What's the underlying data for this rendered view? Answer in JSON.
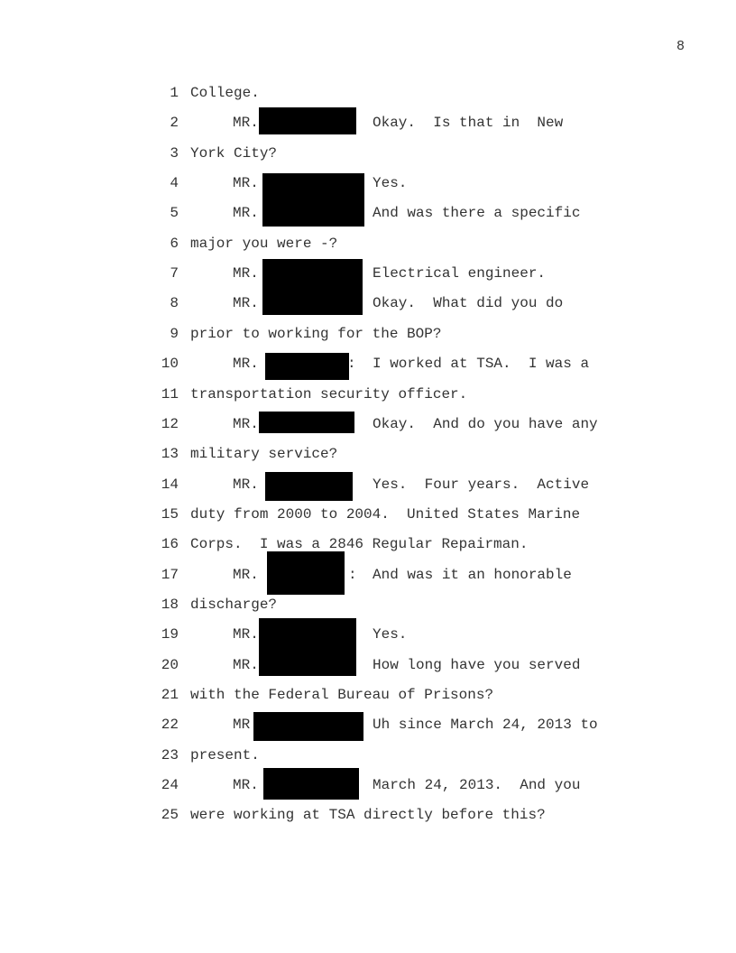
{
  "page_number": "8",
  "lines": [
    {
      "num": "1",
      "text": "College."
    },
    {
      "num": "2",
      "speaker": "MR.",
      "text": "Okay.  Is that in  New"
    },
    {
      "num": "3",
      "text": "York City?"
    },
    {
      "num": "4",
      "speaker": "MR.",
      "text": "Yes."
    },
    {
      "num": "5",
      "speaker": "MR.",
      "text": "And was there a specific"
    },
    {
      "num": "6",
      "text": "major you were -?"
    },
    {
      "num": "7",
      "speaker": "MR.",
      "text": "Electrical engineer."
    },
    {
      "num": "8",
      "speaker": "MR.",
      "text": "Okay.  What did you do"
    },
    {
      "num": "9",
      "text": "prior to working for the BOP?"
    },
    {
      "num": "10",
      "speaker": "MR.",
      "colon": ":",
      "text": "I worked at TSA.  I was a"
    },
    {
      "num": "11",
      "text": "transportation security officer."
    },
    {
      "num": "12",
      "speaker": "MR.",
      "text": "Okay.  And do you have any"
    },
    {
      "num": "13",
      "text": "military service?"
    },
    {
      "num": "14",
      "speaker": "MR.",
      "text": "Yes.  Four years.  Active"
    },
    {
      "num": "15",
      "text": "duty from 2000 to 2004.  United States Marine"
    },
    {
      "num": "16",
      "text": "Corps.  I was a 2846 Regular Repairman."
    },
    {
      "num": "17",
      "speaker": "MR.",
      "colon": ":",
      "text": "And was it an honorable"
    },
    {
      "num": "18",
      "text": "discharge?"
    },
    {
      "num": "19",
      "speaker": "MR.",
      "text": "Yes."
    },
    {
      "num": "20",
      "speaker": "MR.",
      "text": "How long have you served"
    },
    {
      "num": "21",
      "text": "with the Federal Bureau of Prisons?"
    },
    {
      "num": "22",
      "speaker": "MR",
      "text": "Uh since March 24, 2013 to"
    },
    {
      "num": "23",
      "text": "present."
    },
    {
      "num": "24",
      "speaker": "MR.",
      "text": "March 24, 2013.  And you"
    },
    {
      "num": "25",
      "text": "were working at TSA directly before this?"
    }
  ]
}
